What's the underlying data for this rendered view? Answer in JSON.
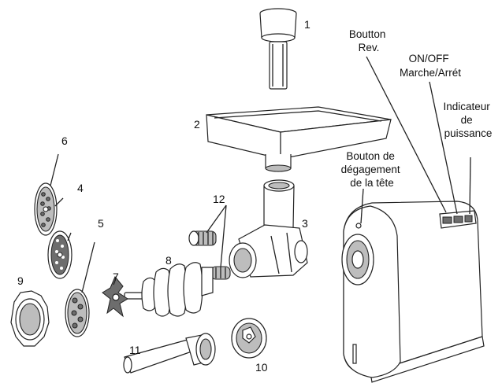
{
  "part_numbers": {
    "p1": "1",
    "p2": "2",
    "p3": "3",
    "p4": "4",
    "p5": "5",
    "p6": "6",
    "p7": "7",
    "p8": "8",
    "p9": "9",
    "p10": "10",
    "p11": "11",
    "p12": "12"
  },
  "labels": {
    "reverse_button": [
      "Boutton",
      "Rev."
    ],
    "on_off": [
      "ON/OFF",
      "Marche/Arrét"
    ],
    "power_indicator": [
      "Indicateur",
      "de",
      "puissance"
    ],
    "head_release": [
      "Bouton de",
      "dégagement",
      "de la tête"
    ]
  }
}
